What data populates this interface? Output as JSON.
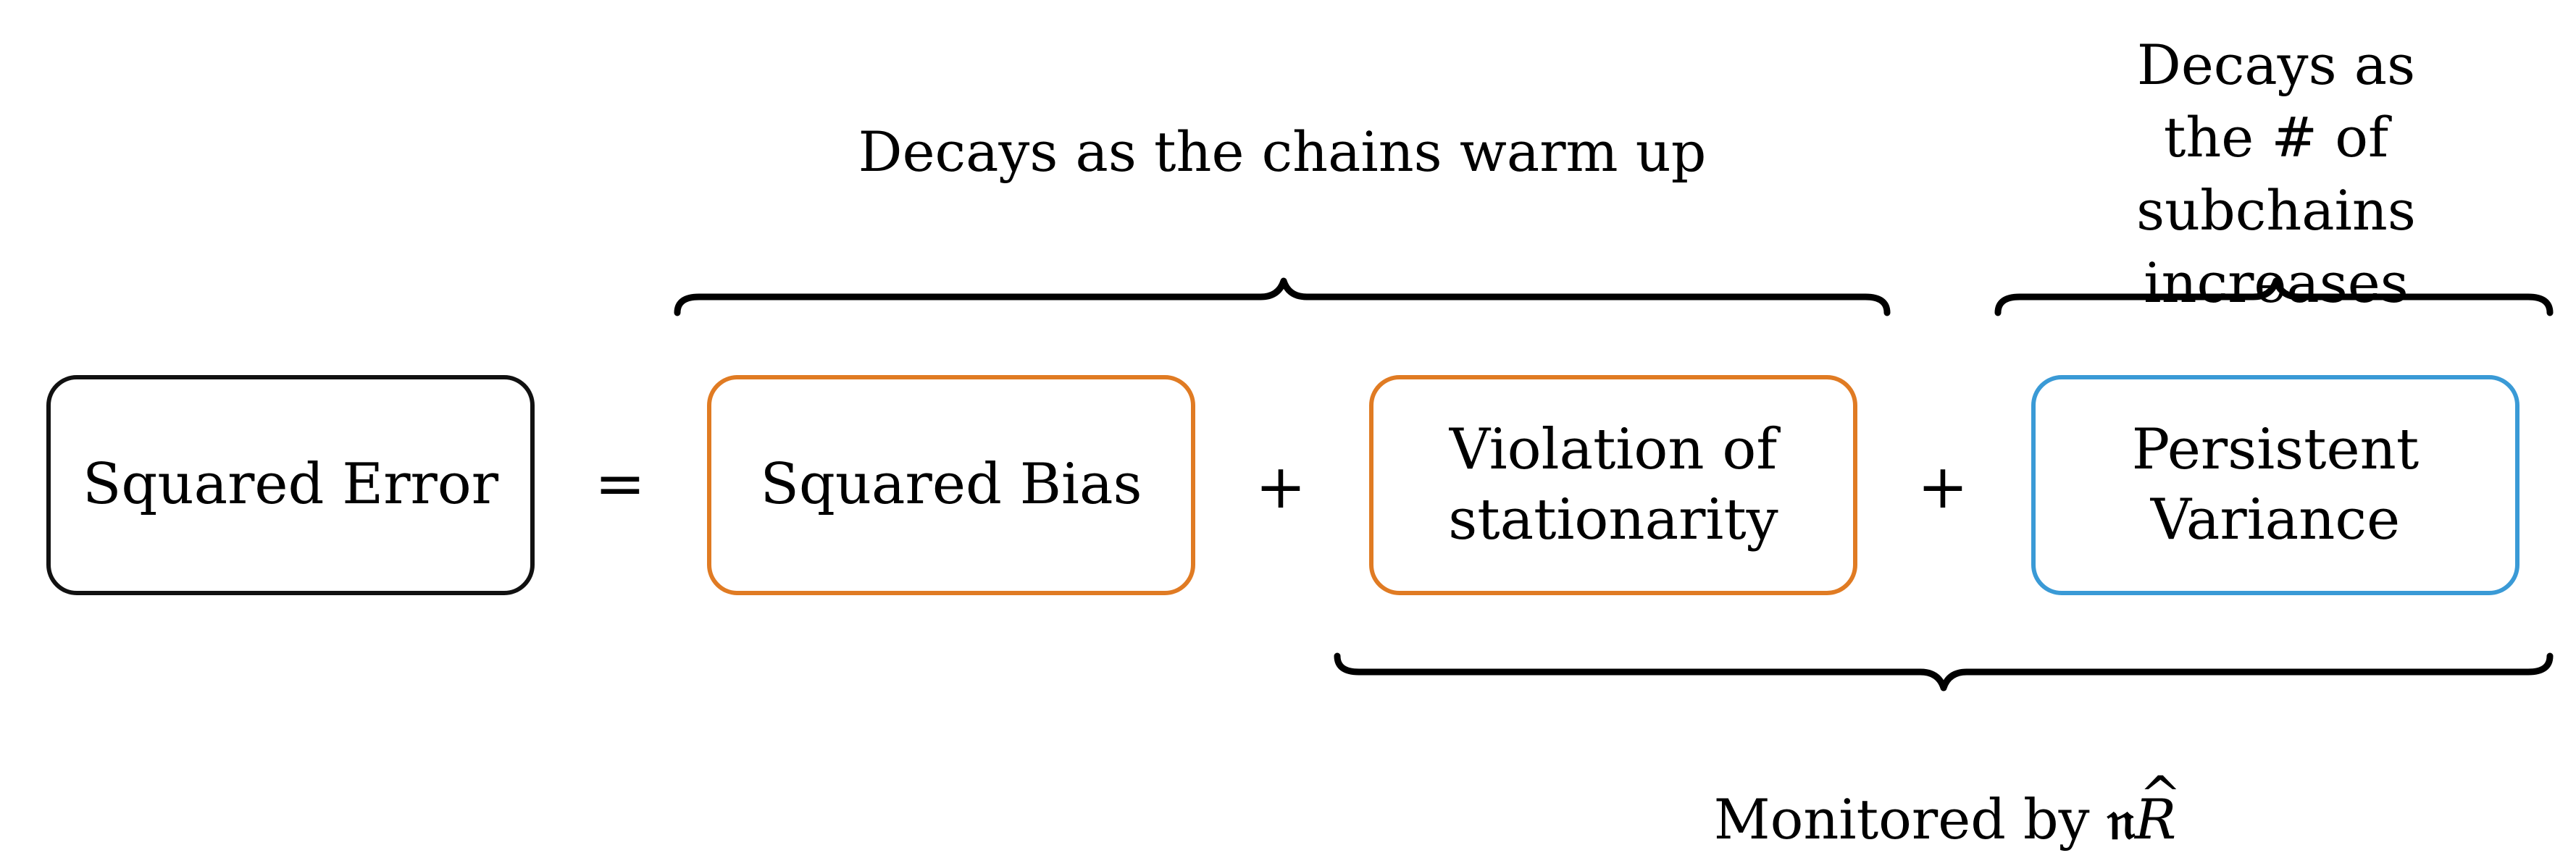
{
  "colors": {
    "black": "#111111",
    "orange": "#e07b23",
    "blue": "#3a9ad6"
  },
  "boxes": {
    "squared_error": "Squared Error",
    "squared_bias": "Squared Bias",
    "violation": "Violation of\nstationarity",
    "persistent_variance": "Persistent\nVariance"
  },
  "operators": {
    "equals": "=",
    "plus1": "+",
    "plus2": "+"
  },
  "captions": {
    "warmup": "Decays as the chains warm up",
    "subchains": "Decays as the # of\nsubchains increases",
    "monitored_prefix": "Monitored by ",
    "monitored_symbol_frak": "𝔫",
    "monitored_symbol_R": "R"
  }
}
